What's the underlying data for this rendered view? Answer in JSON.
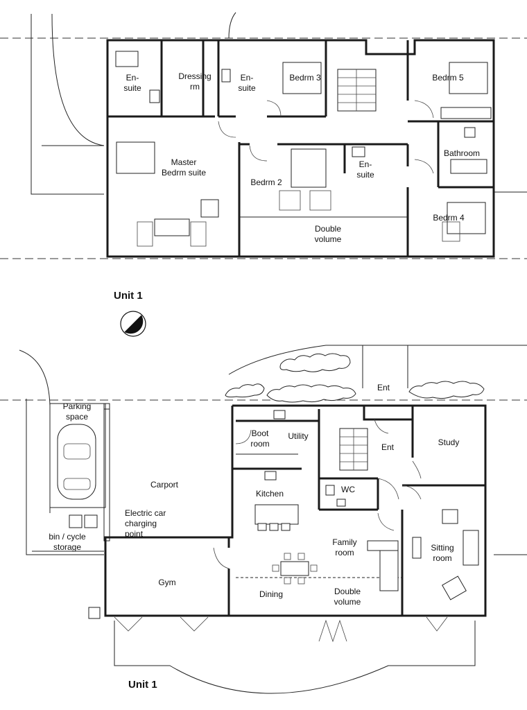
{
  "upper_floor": {
    "title": "Unit 1",
    "rooms": {
      "ensuite_1": "En-\nsuite",
      "dressing": "Dressing\nrm",
      "ensuite_2": "En-\nsuite",
      "bedrm3": "Bedrm 3",
      "bedrm5": "Bedrm 5",
      "master": "Master\nBedrm suite",
      "bedrm2": "Bedrm 2",
      "ensuite_3": "En-\nsuite",
      "bathroom": "Bathroom",
      "bedrm4": "Bedrm 4",
      "double_volume": "Double\nvolume"
    }
  },
  "ground_floor": {
    "title": "Unit 1",
    "rooms": {
      "parking": "Parking\nspace",
      "carport": "Carport",
      "charging": "Electric car\ncharging\npoint",
      "bin": "bin / cycle\nstorage",
      "ent_outside": "Ent",
      "boot": "Boot\nroom",
      "utility": "Utility",
      "ent_inside": "Ent",
      "study": "Study",
      "wc": "WC",
      "kitchen": "Kitchen",
      "family": "Family\nroom",
      "sitting": "Sitting\nroom",
      "gym": "Gym",
      "dining": "Dining",
      "double_volume": "Double\nvolume"
    }
  },
  "icons": {
    "north": "north-arrow-icon"
  }
}
